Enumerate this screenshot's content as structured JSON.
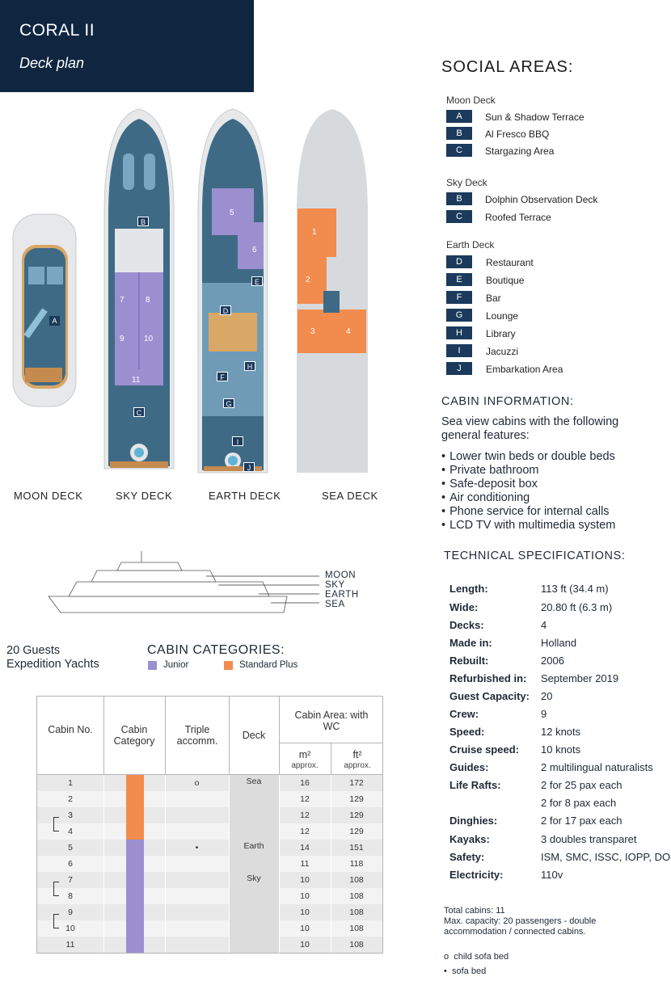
{
  "header": {
    "ship_name": "CORAL II",
    "subtitle": "Deck plan"
  },
  "decks": {
    "moon": "MOON DECK",
    "sky": "SKY DECK",
    "earth": "EARTH DECK",
    "sea": "SEA DECK"
  },
  "deck_plan_marks": {
    "moon": [
      "A"
    ],
    "sky": [
      "B",
      "C",
      "7",
      "8",
      "9",
      "10",
      "11"
    ],
    "earth": [
      "5",
      "6",
      "D",
      "E",
      "F",
      "G",
      "H",
      "I",
      "J"
    ],
    "sea": [
      "1",
      "2",
      "3",
      "4"
    ]
  },
  "profile_labels": [
    "MOON",
    "SKY",
    "EARTH",
    "SEA"
  ],
  "social": {
    "title": "SOCIAL AREAS:",
    "groups": [
      {
        "name": "Moon Deck",
        "items": [
          {
            "code": "A",
            "label": "Sun & Shadow Terrace"
          },
          {
            "code": "B",
            "label": "Al Fresco BBQ"
          },
          {
            "code": "C",
            "label": "Stargazing Area"
          }
        ]
      },
      {
        "name": "Sky Deck",
        "items": [
          {
            "code": "B",
            "label": "Dolphin Observation Deck"
          },
          {
            "code": "C",
            "label": "Roofed Terrace"
          }
        ]
      },
      {
        "name": "Earth Deck",
        "items": [
          {
            "code": "D",
            "label": "Restaurant"
          },
          {
            "code": "E",
            "label": "Boutique"
          },
          {
            "code": "F",
            "label": "Bar"
          },
          {
            "code": "G",
            "label": "Lounge"
          },
          {
            "code": "H",
            "label": "Library"
          },
          {
            "code": "I",
            "label": "Jacuzzi"
          },
          {
            "code": "J",
            "label": "Embarkation Area"
          }
        ]
      }
    ]
  },
  "cabin_info": {
    "title": "CABIN INFORMATION:",
    "intro": "Sea view cabins with the following general features:",
    "features": [
      "Lower twin beds or double beds",
      "Private bathroom",
      "Safe-deposit box",
      "Air conditioning",
      "Phone service for internal calls",
      "LCD TV with multimedia system"
    ]
  },
  "tech": {
    "title": "TECHNICAL SPECIFICATIONS:",
    "rows": [
      {
        "label": "Length:",
        "value": "113 ft (34.4 m)"
      },
      {
        "label": "Wide:",
        "value": "20.80 ft (6.3 m)"
      },
      {
        "label": "Decks:",
        "value": "4"
      },
      {
        "label": "Made in:",
        "value": "Holland"
      },
      {
        "label": "Rebuilt:",
        "value": "2006"
      },
      {
        "label": "Refurbished in:",
        "value": "September 2019"
      },
      {
        "label": "Guest Capacity:",
        "value": "20"
      },
      {
        "label": "Crew:",
        "value": "9"
      },
      {
        "label": "Speed:",
        "value": "12 knots"
      },
      {
        "label": "Cruise speed:",
        "value": "10 knots"
      },
      {
        "label": "Guides:",
        "value": "2 multilingual naturalists"
      },
      {
        "label": "Life Rafts:",
        "value": "2 for 25 pax each"
      },
      {
        "label": "",
        "value": "2 for 8 pax each"
      },
      {
        "label": "Dinghies:",
        "value": "2 for 17 pax each"
      },
      {
        "label": "Kayaks:",
        "value": "3 doubles transparet"
      },
      {
        "label": "Safety:",
        "value": "ISM, SMC, ISSC, IOPP, DOC"
      },
      {
        "label": "Electricity:",
        "value": "110v"
      }
    ]
  },
  "totals": {
    "line1": "Total cabins:  11",
    "line2": "Max. capacity:  20 passengers - double accommodation / connected cabins."
  },
  "symbols": [
    {
      "mark": "o",
      "label": "child sofa bed"
    },
    {
      "mark": "•",
      "label": "sofa bed"
    }
  ],
  "guests": {
    "line1": "20 Guests",
    "line2": "Expedition Yachts"
  },
  "categories": {
    "title": "CABIN CATEGORIES:",
    "items": [
      {
        "label": "Junior",
        "color": "#9b8fd0"
      },
      {
        "label": "Standard Plus",
        "color": "#f28c4e"
      }
    ]
  },
  "table": {
    "headers": {
      "cabin_no": "Cabin No.",
      "category": "Cabin Category",
      "triple": "Triple accomm.",
      "deck": "Deck",
      "area": "Cabin Area: with WC",
      "m2": "m²",
      "ft2": "ft²",
      "approx": "approx."
    },
    "rows": [
      {
        "cabin": "1",
        "category": "Standard Plus",
        "triple": "o",
        "deck": "Sea",
        "m2": "16",
        "ft2": "172"
      },
      {
        "cabin": "2",
        "category": "Standard Plus",
        "triple": "",
        "deck": "",
        "m2": "12",
        "ft2": "129"
      },
      {
        "cabin": "3",
        "category": "Standard Plus",
        "triple": "",
        "deck": "",
        "m2": "12",
        "ft2": "129"
      },
      {
        "cabin": "4",
        "category": "Standard Plus",
        "triple": "",
        "deck": "",
        "m2": "12",
        "ft2": "129"
      },
      {
        "cabin": "5",
        "category": "Junior",
        "triple": "•",
        "deck": "Earth",
        "m2": "14",
        "ft2": "151"
      },
      {
        "cabin": "6",
        "category": "Junior",
        "triple": "",
        "deck": "",
        "m2": "11",
        "ft2": "118"
      },
      {
        "cabin": "7",
        "category": "Junior",
        "triple": "",
        "deck": "Sky",
        "m2": "10",
        "ft2": "108"
      },
      {
        "cabin": "8",
        "category": "Junior",
        "triple": "",
        "deck": "",
        "m2": "10",
        "ft2": "108"
      },
      {
        "cabin": "9",
        "category": "Junior",
        "triple": "",
        "deck": "",
        "m2": "10",
        "ft2": "108"
      },
      {
        "cabin": "10",
        "category": "Junior",
        "triple": "",
        "deck": "",
        "m2": "10",
        "ft2": "108"
      },
      {
        "cabin": "11",
        "category": "Junior",
        "triple": "",
        "deck": "",
        "m2": "10",
        "ft2": "108"
      }
    ],
    "connected_pairs": [
      [
        "3",
        "4"
      ],
      [
        "7",
        "8"
      ],
      [
        "9",
        "10"
      ]
    ]
  }
}
